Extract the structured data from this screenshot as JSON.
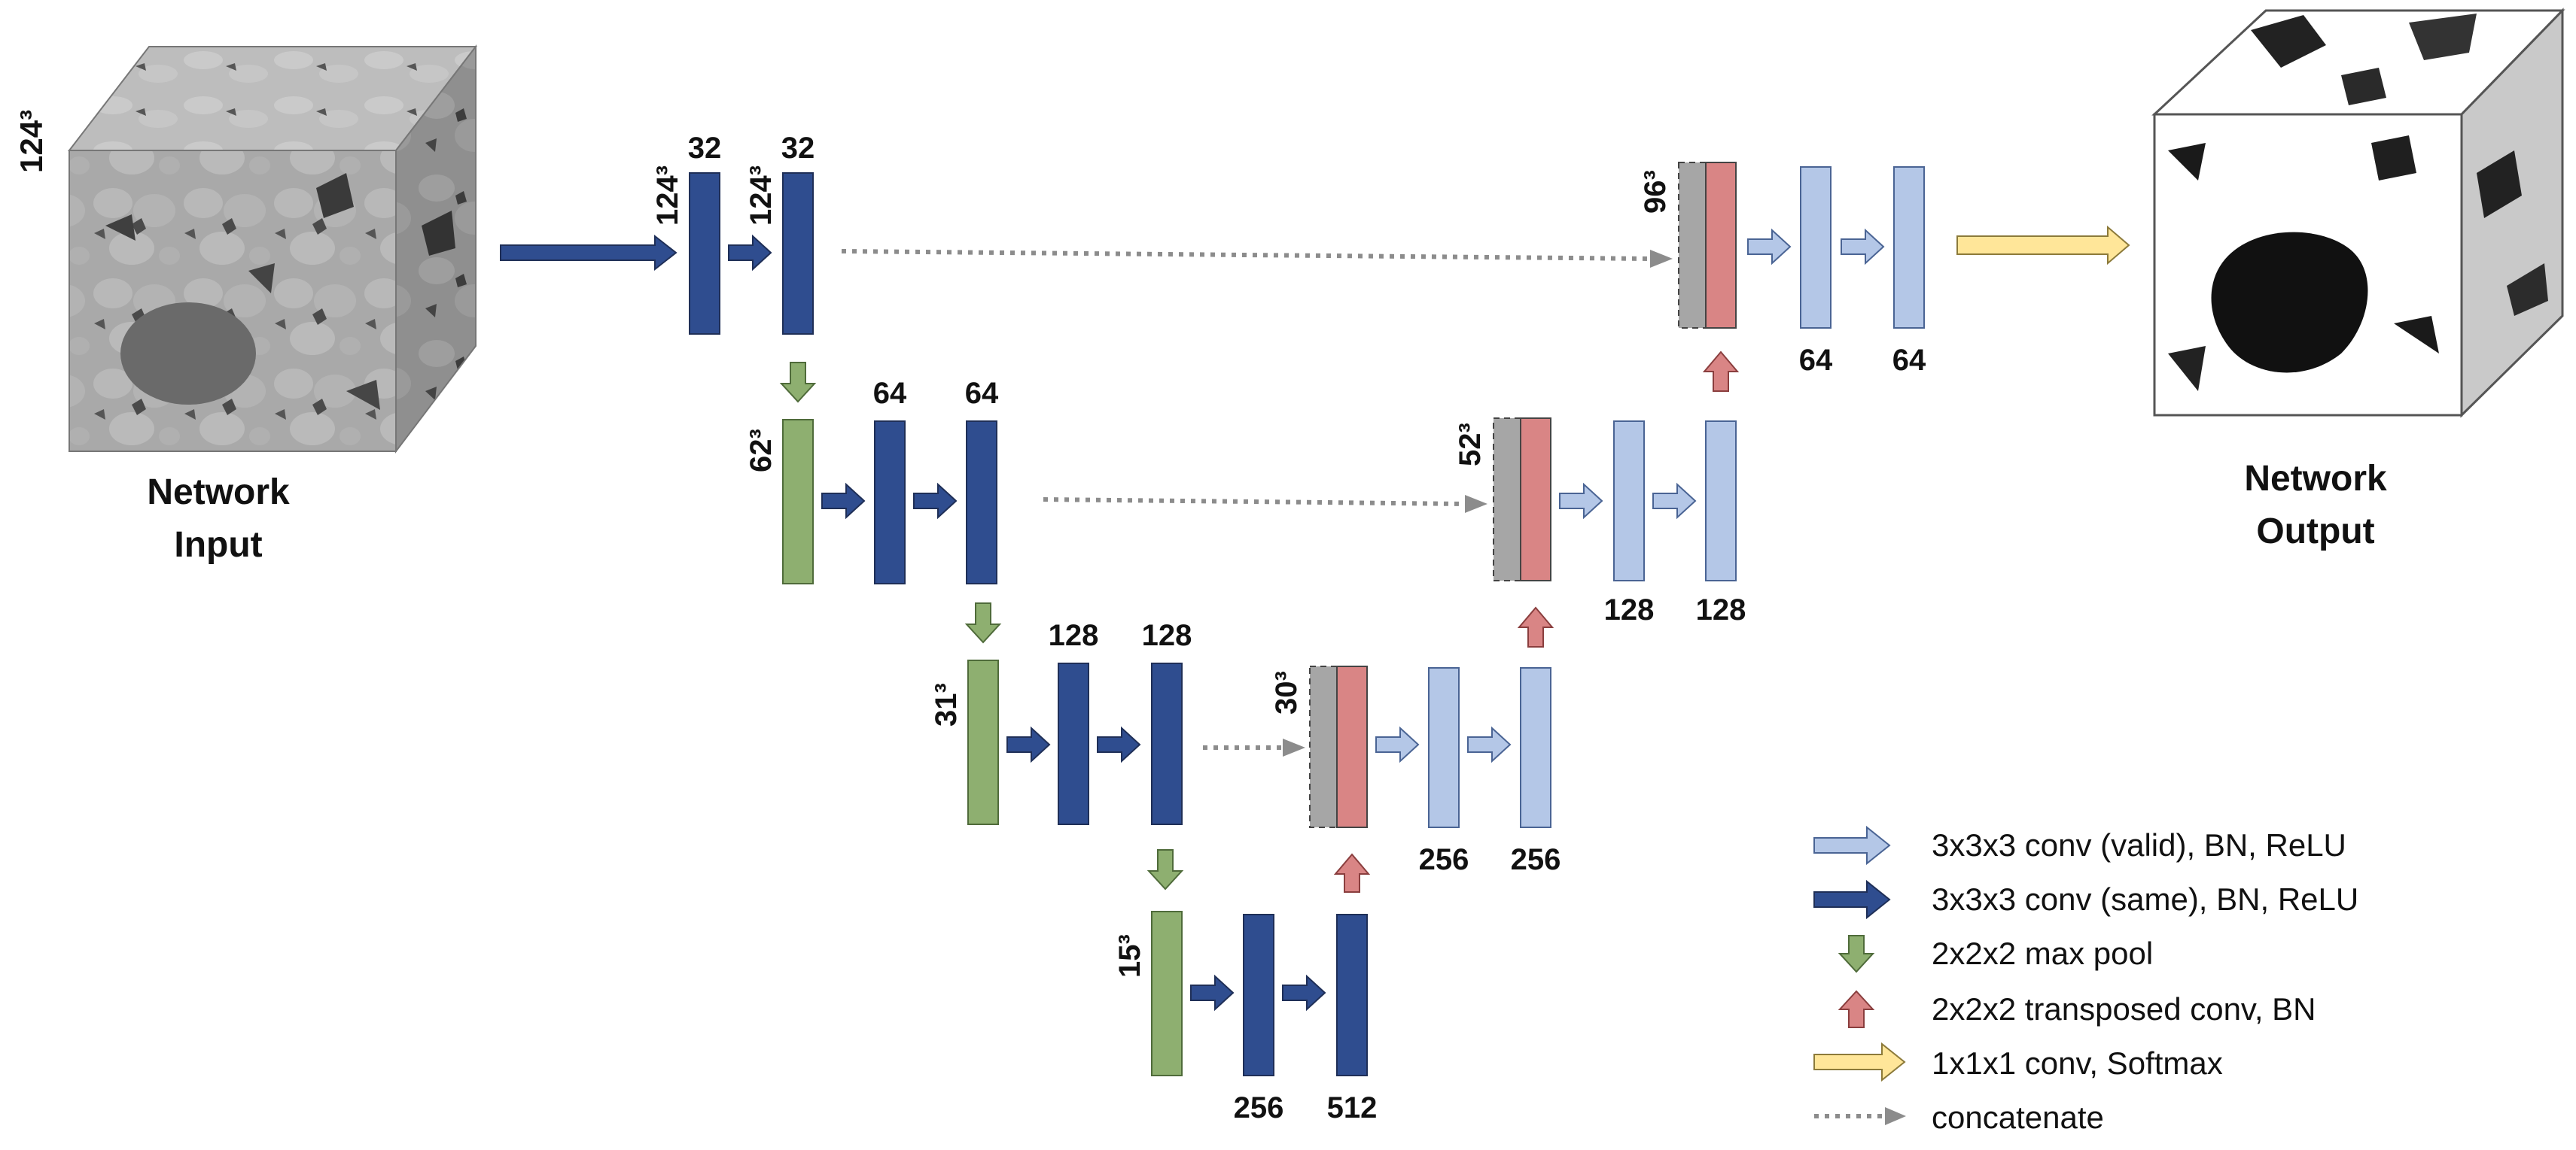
{
  "colors": {
    "conv_same": "#2f4d8f",
    "conv_valid": "#b4c7e7",
    "pool": "#8eaf70",
    "transposed": "#d98585",
    "concat": "#a6a6a6",
    "softmax": "#ffe699",
    "stroke_dark": "#1f2f57",
    "skip_line": "#8c8c8c"
  },
  "input": {
    "title_line1": "Network",
    "title_line2": "Input",
    "size_label": "124³"
  },
  "output": {
    "title_line1": "Network",
    "title_line2": "Output"
  },
  "encoder": {
    "level1": {
      "size_a": "124³",
      "size_b": "124³",
      "ch_a": "32",
      "ch_b": "32"
    },
    "level2": {
      "size": "62³",
      "ch_a": "64",
      "ch_b": "64"
    },
    "level3": {
      "size": "31³",
      "ch_a": "128",
      "ch_b": "128"
    },
    "level4": {
      "size": "15³",
      "ch_a": "256",
      "ch_b": "512"
    }
  },
  "decoder": {
    "level3": {
      "size": "30³",
      "ch_a": "256",
      "ch_b": "256"
    },
    "level2": {
      "size": "52³",
      "ch_a": "128",
      "ch_b": "128"
    },
    "level1": {
      "size": "96³",
      "ch_a": "64",
      "ch_b": "64"
    }
  },
  "legend": {
    "items": [
      {
        "icon": "light-blue-arrow-icon",
        "label": "3x3x3  conv (valid),  BN, ReLU"
      },
      {
        "icon": "dark-blue-arrow-icon",
        "label": "3x3x3  conv (same), BN, ReLU"
      },
      {
        "icon": "green-down-arrow-icon",
        "label": "2x2x2  max pool"
      },
      {
        "icon": "red-up-arrow-icon",
        "label": "2x2x2  transposed conv, BN"
      },
      {
        "icon": "yellow-arrow-icon",
        "label": "1x1x1  conv, Softmax"
      },
      {
        "icon": "dotted-arrow-icon",
        "label": "concatenate"
      }
    ]
  }
}
